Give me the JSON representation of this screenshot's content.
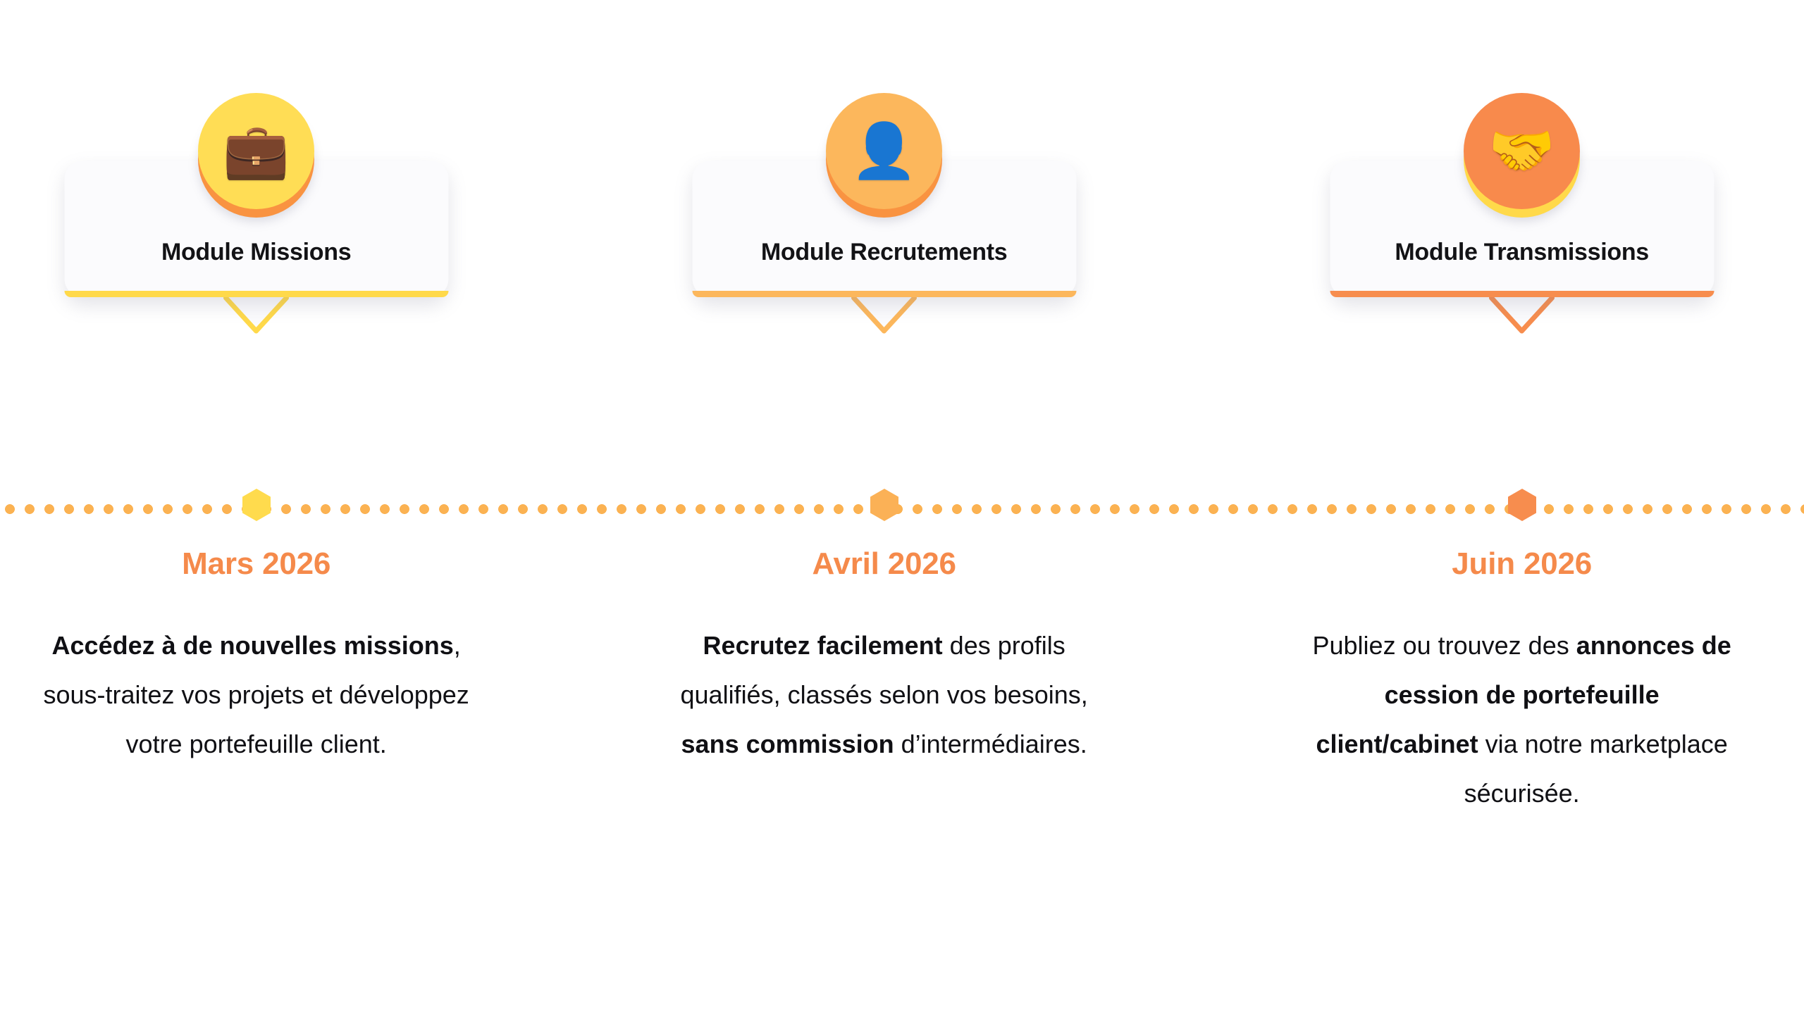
{
  "page": {
    "background": "#ffffff",
    "accent_orange": "#f58a4b",
    "rail_dot_color": "#fbb252"
  },
  "timeline": {
    "rail_name": "dotted-timeline-rail",
    "milestones": [
      {
        "id": "missions",
        "icon_name": "briefcase-icon",
        "icon_glyph": "💼",
        "card_title": "Module Missions",
        "date": "Mars 2026",
        "node_color": "#ffdb4d",
        "card_accent": "#ffd94a",
        "icon_face_color": "#ffdd55",
        "icon_ring_color": "#f99341",
        "description_html": "<b>Accédez à de nouvelles missions</b>, sous-traitez vos projets et développez votre portefeuille client.",
        "description_text": "Accédez à de nouvelles missions, sous-traitez vos projets et développez votre portefeuille client."
      },
      {
        "id": "recrutements",
        "icon_name": "person-silhouette-icon",
        "icon_glyph": "👤",
        "card_title": "Module Recrutements",
        "date": "Avril 2026",
        "node_color": "#fbb156",
        "card_accent": "#fcb75c",
        "icon_face_color": "#fcb75c",
        "icon_ring_color": "#f99341",
        "description_html": "<b>Recrutez facilement</b> des profils qualifiés, classés selon vos besoins, <b>sans commission</b> d’intermédiaires.",
        "description_text": "Recrutez facilement des profils qualifiés, classés selon vos besoins, sans commission d’intermédiaires."
      },
      {
        "id": "transmissions",
        "icon_name": "handshake-icon",
        "icon_glyph": "🤝",
        "card_title": "Module Transmissions",
        "date": "Juin 2026",
        "node_color": "#f78d4e",
        "card_accent": "#f78d4e",
        "icon_face_color": "#f88a4c",
        "icon_ring_color": "#ffd94a",
        "description_html": "Publiez ou trouvez des <b>annonces de cession de portefeuille client/cabinet</b> via notre marketplace sécurisée.",
        "description_text": "Publiez ou trouvez des annonces de cession de portefeuille client/cabinet via notre marketplace sécurisée."
      }
    ]
  }
}
